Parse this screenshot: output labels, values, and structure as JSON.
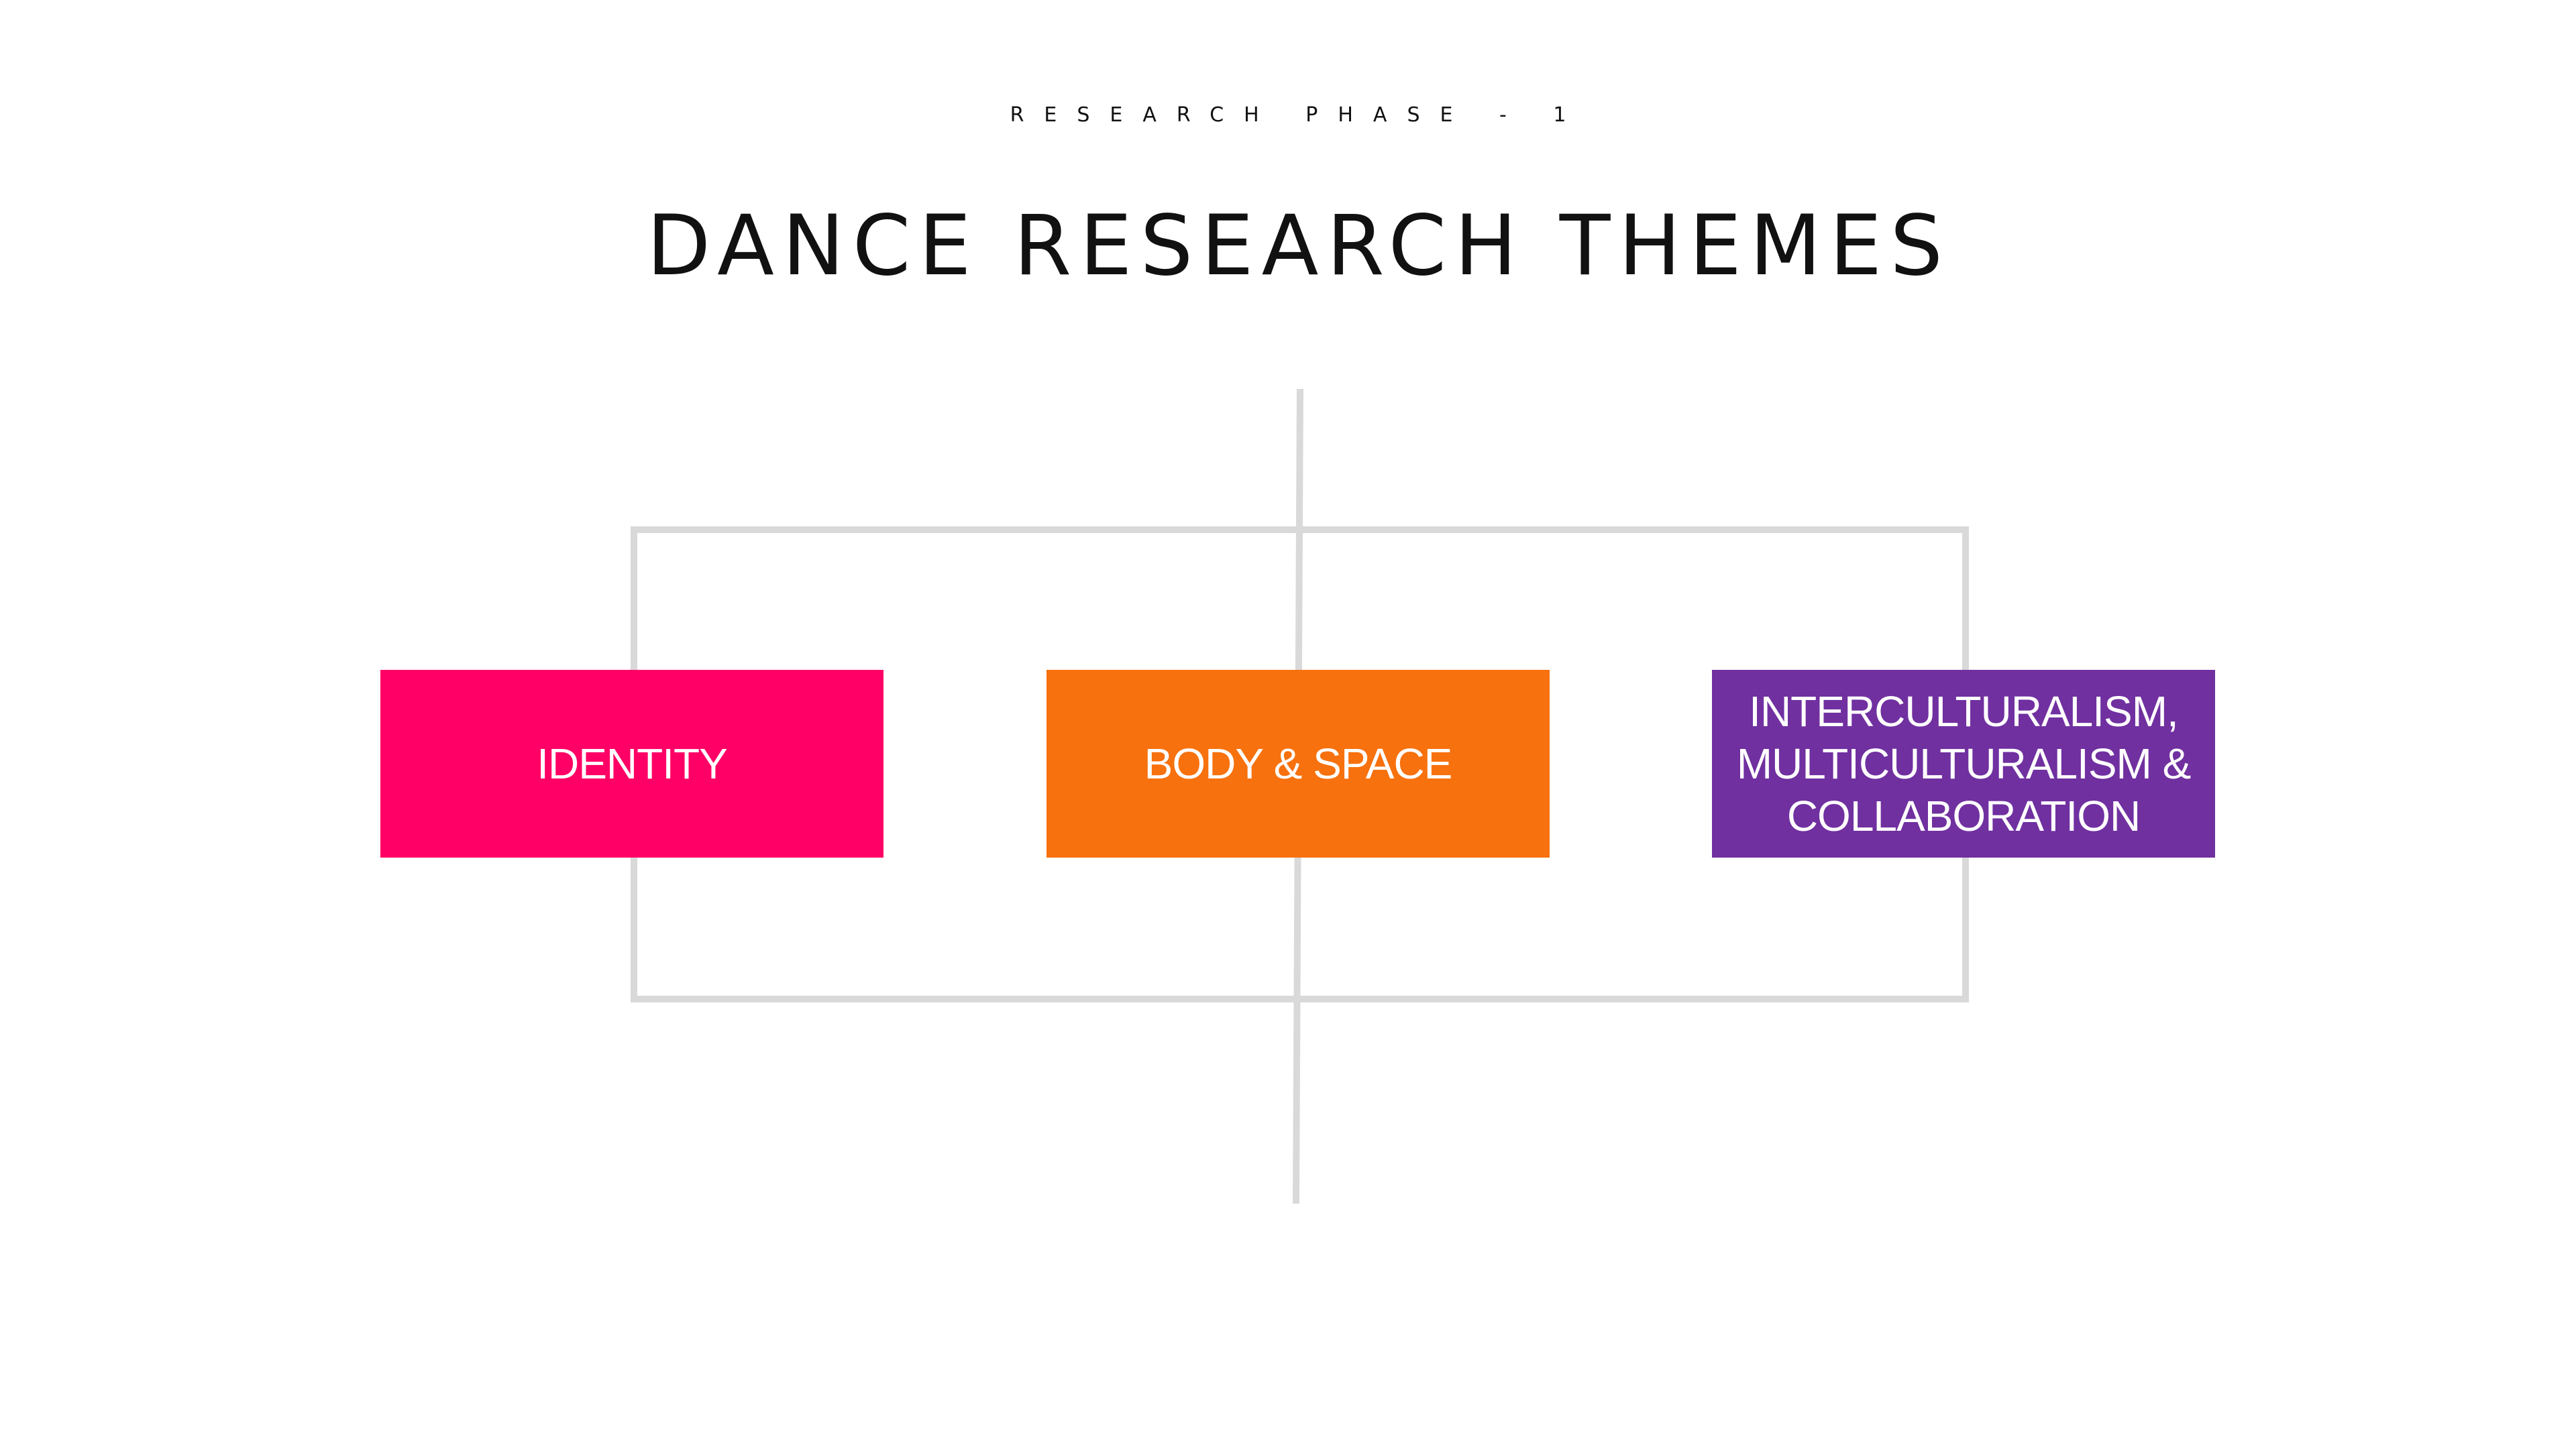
{
  "header": {
    "eyebrow": "RESEARCH PHASE - 1",
    "title": "DANCE RESEARCH THEMES"
  },
  "themes": [
    {
      "label": "IDENTITY",
      "color": "#ff0066"
    },
    {
      "label": "BODY & SPACE",
      "color": "#f7710e"
    },
    {
      "label": "INTERCULTURALISM,\nMULTICULTURALISM &\nCOLLABORATION",
      "color": "#7030a0"
    }
  ],
  "connector_color": "#d9d9d9"
}
